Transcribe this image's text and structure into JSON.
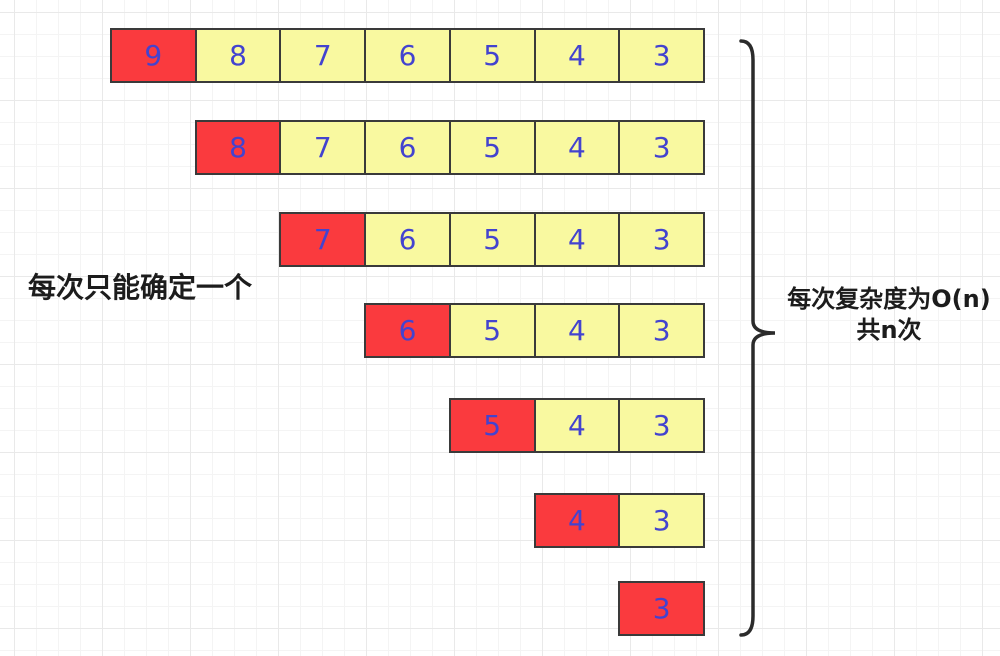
{
  "left_label": "每次只能确定一个",
  "right_label": {
    "line1": "每次复杂度为O(n)",
    "line2": "共n次"
  },
  "rows": [
    {
      "cells": [
        {
          "value": "9",
          "highlight": true
        },
        {
          "value": "8",
          "highlight": false
        },
        {
          "value": "7",
          "highlight": false
        },
        {
          "value": "6",
          "highlight": false
        },
        {
          "value": "5",
          "highlight": false
        },
        {
          "value": "4",
          "highlight": false
        },
        {
          "value": "3",
          "highlight": false
        }
      ]
    },
    {
      "cells": [
        {
          "value": "8",
          "highlight": true
        },
        {
          "value": "7",
          "highlight": false
        },
        {
          "value": "6",
          "highlight": false
        },
        {
          "value": "5",
          "highlight": false
        },
        {
          "value": "4",
          "highlight": false
        },
        {
          "value": "3",
          "highlight": false
        }
      ]
    },
    {
      "cells": [
        {
          "value": "7",
          "highlight": true
        },
        {
          "value": "6",
          "highlight": false
        },
        {
          "value": "5",
          "highlight": false
        },
        {
          "value": "4",
          "highlight": false
        },
        {
          "value": "3",
          "highlight": false
        }
      ]
    },
    {
      "cells": [
        {
          "value": "6",
          "highlight": true
        },
        {
          "value": "5",
          "highlight": false
        },
        {
          "value": "4",
          "highlight": false
        },
        {
          "value": "3",
          "highlight": false
        }
      ]
    },
    {
      "cells": [
        {
          "value": "5",
          "highlight": true
        },
        {
          "value": "4",
          "highlight": false
        },
        {
          "value": "3",
          "highlight": false
        }
      ]
    },
    {
      "cells": [
        {
          "value": "4",
          "highlight": true
        },
        {
          "value": "3",
          "highlight": false
        }
      ]
    },
    {
      "cells": [
        {
          "value": "3",
          "highlight": true
        }
      ]
    }
  ],
  "colors": {
    "highlight": "#fa3a3e",
    "cell": "#f9f9a0",
    "digit": "#4343cf",
    "border": "#3a3a3a",
    "brace": "#2b2b2b",
    "label": "#1c1c1c"
  }
}
